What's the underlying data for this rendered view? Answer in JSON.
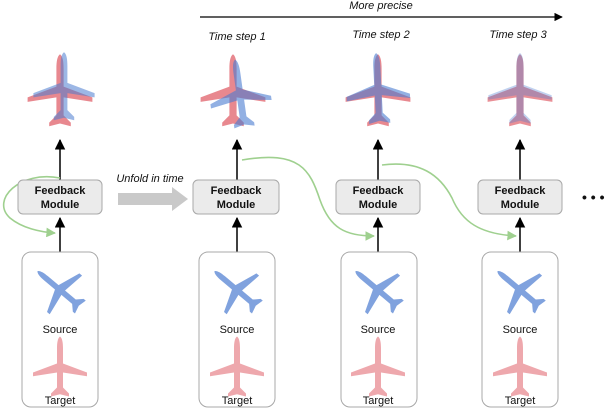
{
  "header": {
    "more_precise": "More precise"
  },
  "unfold_label": "Unfold in time",
  "module_label_line1": "Feedback",
  "module_label_line2": "Module",
  "source_label": "Source",
  "target_label": "Target",
  "steps": [
    {
      "id": "initial",
      "title": ""
    },
    {
      "id": "step-1",
      "title": "Time step 1"
    },
    {
      "id": "step-2",
      "title": "Time step 2"
    },
    {
      "id": "step-3",
      "title": "Time step 3"
    }
  ],
  "ellipsis": "• • •",
  "colors": {
    "source_blue": "#4a7bd0",
    "target_red": "#e0606a",
    "feedback_green": "#9fd08f",
    "module_fill": "#ebebeb",
    "module_stroke": "#a8a8a8",
    "unfold_arrow": "#c9c9c9"
  }
}
